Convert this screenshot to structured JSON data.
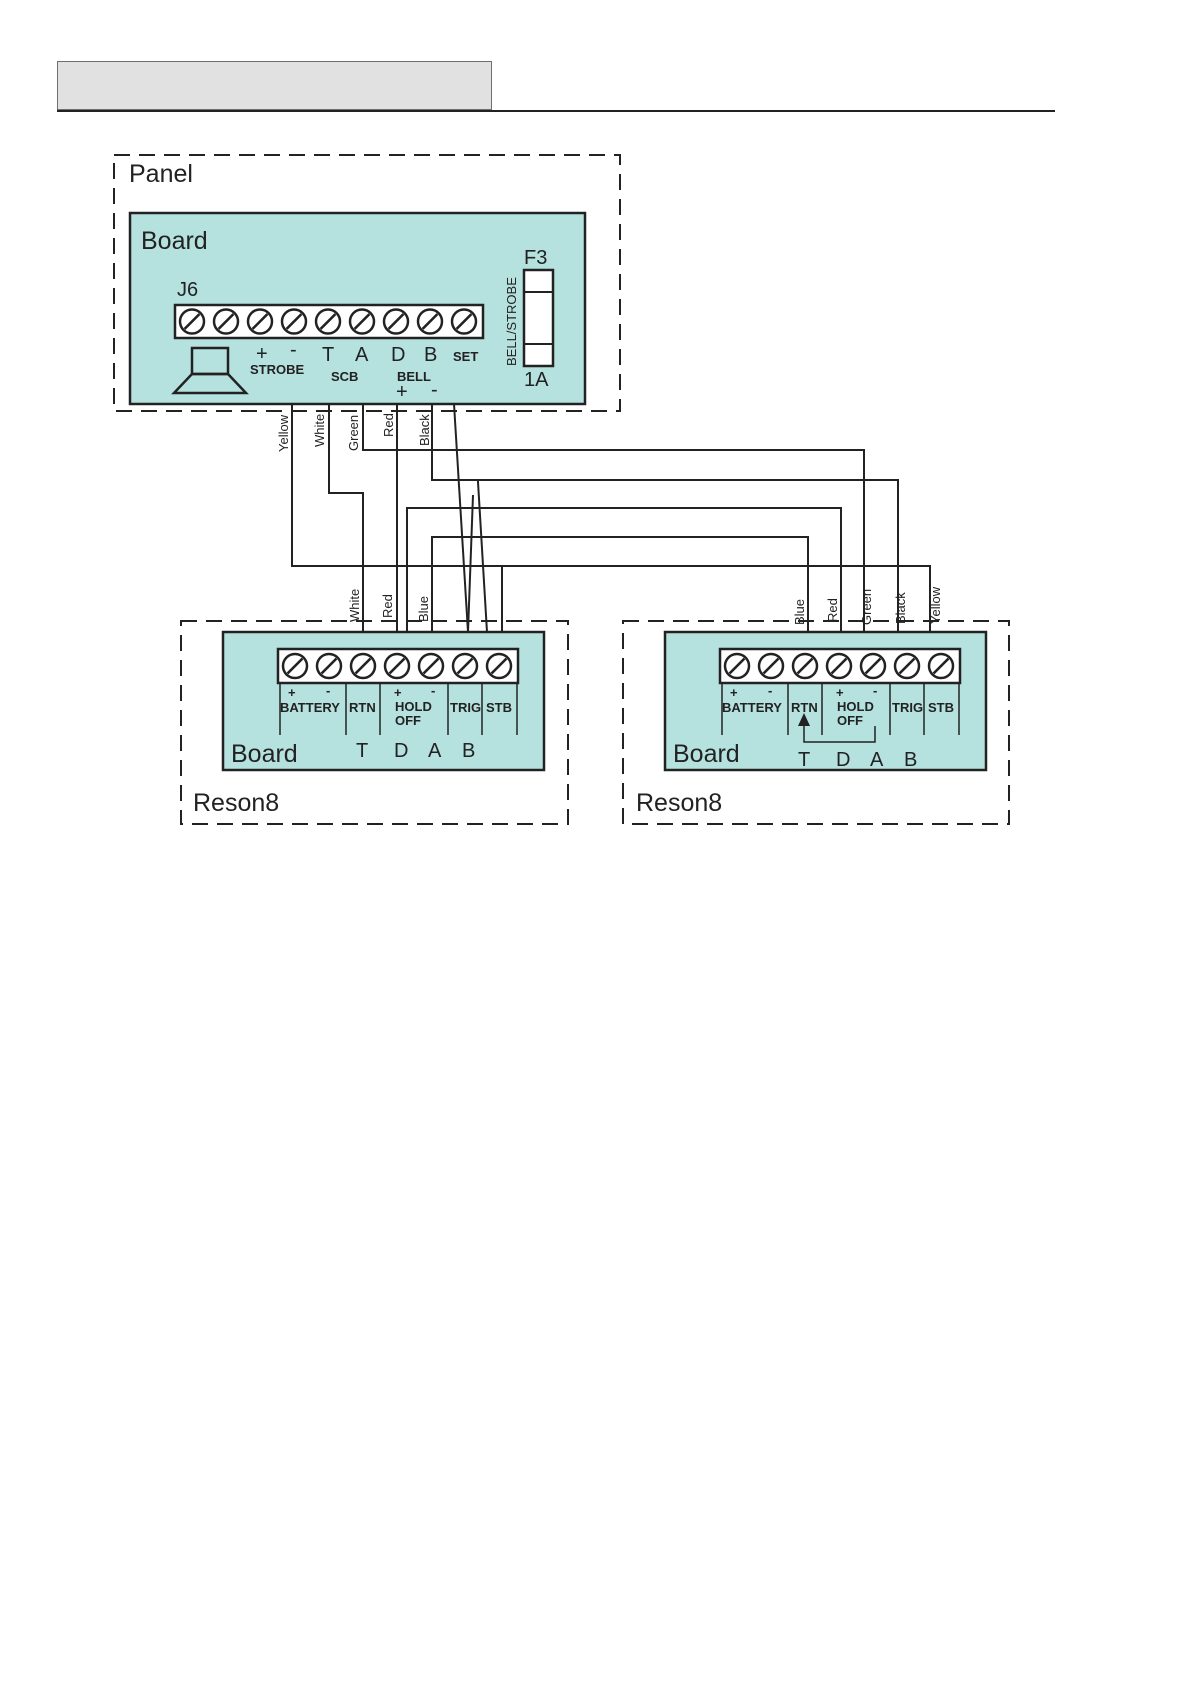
{
  "colors": {
    "board_fill": "#b5e1df",
    "line": "#222222",
    "header_fill": "#e1e1e1"
  },
  "panel": {
    "label": "Panel",
    "board_label": "Board",
    "connector_label": "J6",
    "fuse_label": "F3",
    "fuse_side_label": "BELL/STROBE",
    "fuse_rating": "1A",
    "speaker_icon": "speaker-icon",
    "terminal_count": 9,
    "terminal_marks": {
      "strobe_plus": "+",
      "strobe_minus": "-",
      "t": "T",
      "a": "A",
      "d": "D",
      "b": "B",
      "set": "SET",
      "bell_plus": "+",
      "bell_minus": "-"
    },
    "group_labels": {
      "strobe": "STROBE",
      "scb": "SCB",
      "bell": "BELL"
    }
  },
  "panel_wires": [
    "Yellow",
    "White",
    "Green",
    "Red",
    "Black"
  ],
  "reson8_left": {
    "label": "Reson8",
    "board_label": "Board",
    "terminal_count": 7,
    "terminal_labels": {
      "battery": "BATTERY",
      "rtn": "RTN",
      "hold": "HOLD",
      "off": "OFF",
      "trig": "TRIG",
      "stb": "STB"
    },
    "signs": {
      "battery_plus": "+",
      "battery_minus": "-",
      "hold_plus": "+",
      "hold_minus": "-"
    },
    "letters": [
      "T",
      "D",
      "A",
      "B"
    ],
    "wires": [
      "White",
      "Red",
      "Blue"
    ]
  },
  "reson8_right": {
    "label": "Reson8",
    "board_label": "Board",
    "terminal_count": 7,
    "terminal_labels": {
      "battery": "BATTERY",
      "rtn": "RTN",
      "hold": "HOLD",
      "off": "OFF",
      "trig": "TRIG",
      "stb": "STB"
    },
    "signs": {
      "battery_plus": "+",
      "battery_minus": "-",
      "hold_plus": "+",
      "hold_minus": "-"
    },
    "letters": [
      "T",
      "D",
      "A",
      "B"
    ],
    "wires": [
      "Blue",
      "Red",
      "Green",
      "Black",
      "Yellow"
    ]
  }
}
